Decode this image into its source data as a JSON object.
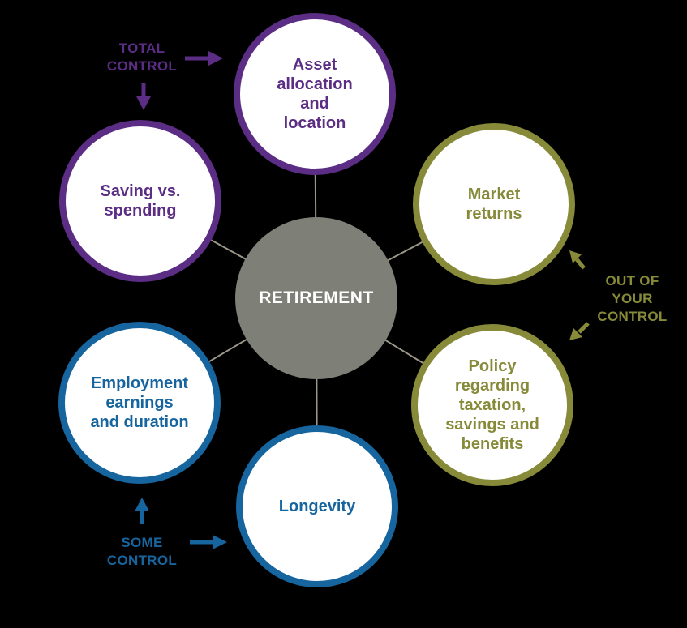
{
  "diagram": {
    "hub": {
      "label": "RETIREMENT"
    },
    "nodes": [
      {
        "id": "asset-allocation-and-location",
        "label": "Asset\nallocation\nand\nlocation",
        "color": "#5b2d84"
      },
      {
        "id": "market-returns",
        "label": "Market\nreturns",
        "color": "#878a39"
      },
      {
        "id": "policy-regarding-taxation-savings-and-benefits",
        "label": "Policy\nregarding\ntaxation,\nsavings and\nbenefits",
        "color": "#878a39"
      },
      {
        "id": "longevity",
        "label": "Longevity",
        "color": "#17659f"
      },
      {
        "id": "employment-earnings-and-duration",
        "label": "Employment\nearnings\nand duration",
        "color": "#17659f"
      },
      {
        "id": "saving-vs-spending",
        "label": "Saving vs.\nspending",
        "color": "#5b2d84"
      }
    ],
    "annotations": [
      {
        "id": "total-control",
        "label": "TOTAL\nCONTROL",
        "color": "#5b2d84"
      },
      {
        "id": "out-of-your-control",
        "label": "OUT OF\nYOUR\nCONTROL",
        "color": "#878a39"
      },
      {
        "id": "some-control",
        "label": "SOME\nCONTROL",
        "color": "#17659f"
      }
    ]
  },
  "colors": {
    "background": "#000000",
    "node_fill": "#ffffff",
    "hub_fill": "#7e8077",
    "hub_text": "#ffffff",
    "connector": "#9c9789",
    "purple": "#5b2d84",
    "olive": "#878a39",
    "blue": "#17659f"
  }
}
